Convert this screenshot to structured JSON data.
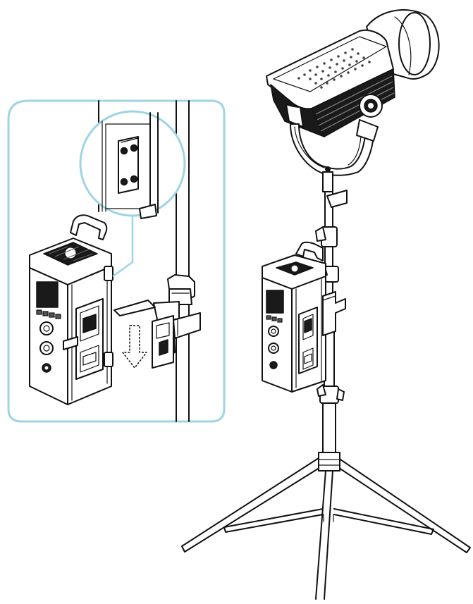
{
  "illustration": {
    "accent_color": "#9fd4e3",
    "line_color": "#111111",
    "icons": [
      "led-light-head",
      "light-stand",
      "battery-box",
      "v-mount-plate",
      "down-arrow",
      "magnifier-callout"
    ]
  }
}
